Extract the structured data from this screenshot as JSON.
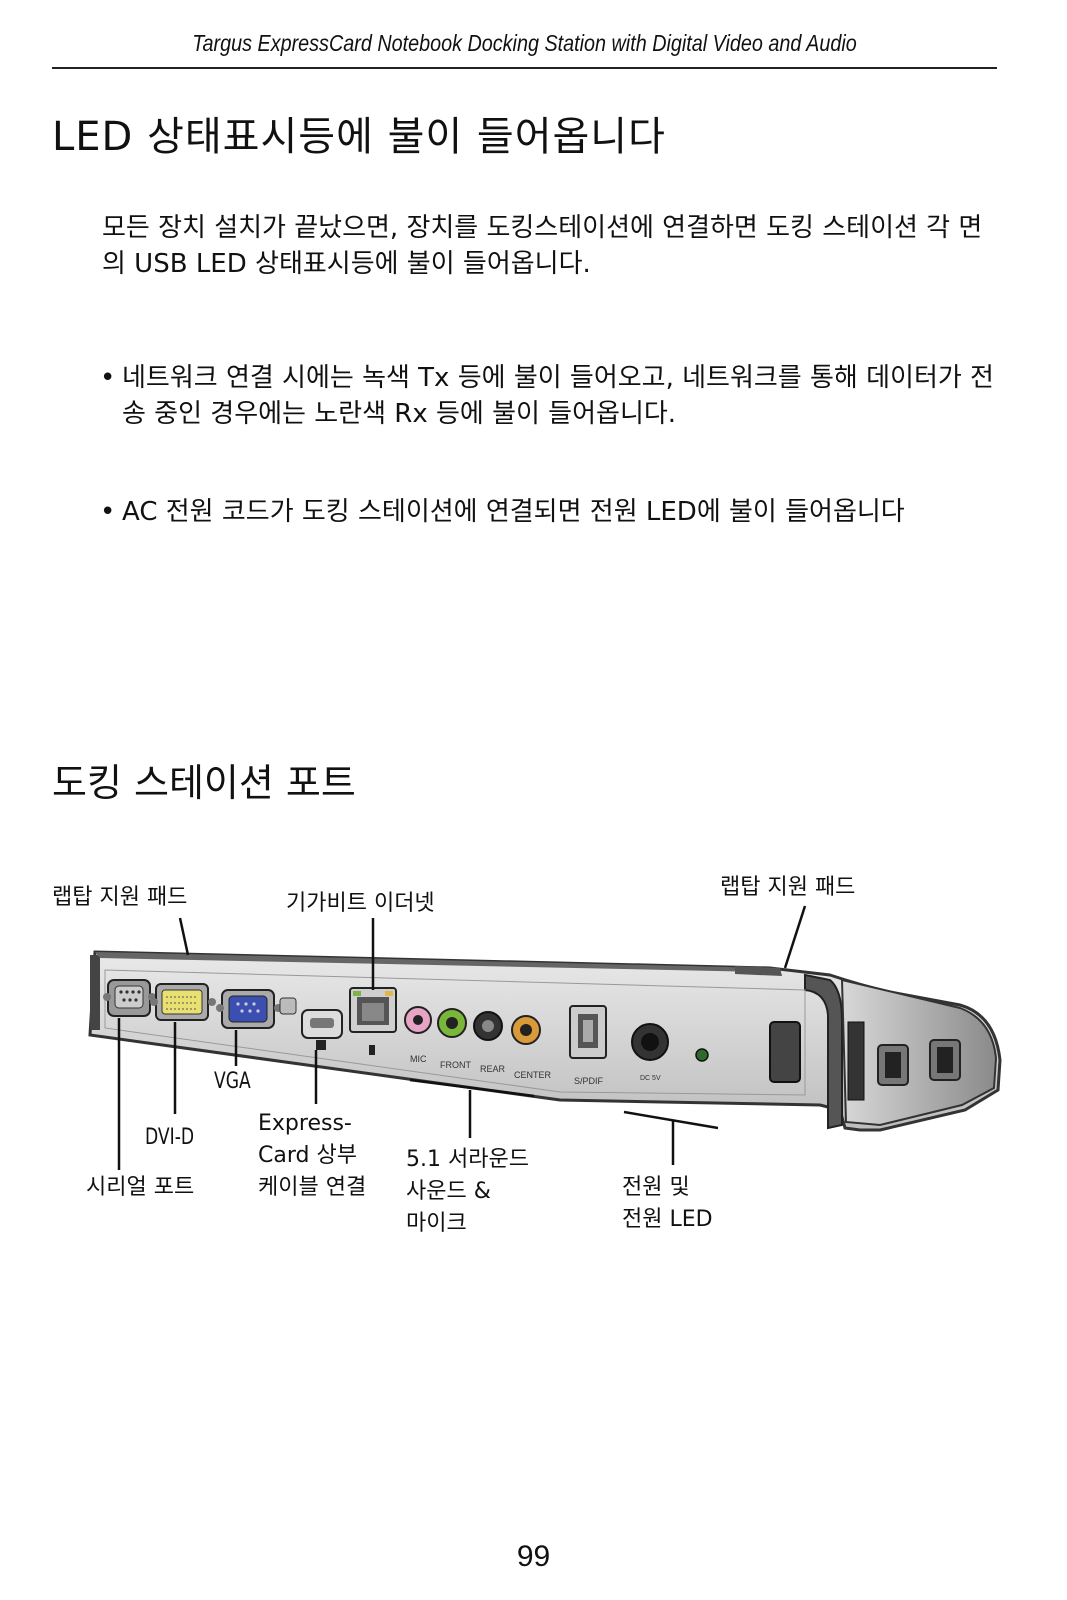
{
  "header": {
    "title": "Targus ExpressCard Notebook Docking Station with Digital Video and Audio"
  },
  "section1": {
    "heading": "LED 상태표시등에 불이 들어옵니다",
    "intro": "모든 장치 설치가 끝났으면, 장치를 도킹스테이션에 연결하면 도킹 스테이션 각 면의 USB LED 상태표시등에 불이 들어옵니다.",
    "bullets": [
      "네트워크 연결 시에는 녹색 Tx 등에 불이 들어오고, 네트워크를 통해 데이터가 전송 중인 경우에는 노란색 Rx 등에 불이 들어옵니다.",
      "AC 전원 코드가 도킹 스테이션에 연결되면 전원 LED에 불이 들어옵니다"
    ],
    "bullet_char": "•"
  },
  "section2": {
    "heading": "도킹 스테이션 포트"
  },
  "diagram": {
    "labels": {
      "laptop_pad_left": "랩탑 지원 패드",
      "gigabit_ethernet": "기가비트 이더넷",
      "laptop_pad_right": "랩탑 지원 패드",
      "vga": "VGA",
      "dvi_d": "DVI-D",
      "serial_port": "시리얼 포트",
      "expresscard": "Express-\nCard 상부\n케이블 연결",
      "surround": "5.1 서라운드\n사운드 &\n마이크",
      "power": "전원 및\n전원 LED"
    },
    "port_text": {
      "mic": "MIC",
      "front": "FRONT",
      "rear": "REAR",
      "center": "CENTER",
      "spdif": "S/PDIF",
      "dc": "DC 5V"
    }
  },
  "footer": {
    "page_number": "99"
  }
}
